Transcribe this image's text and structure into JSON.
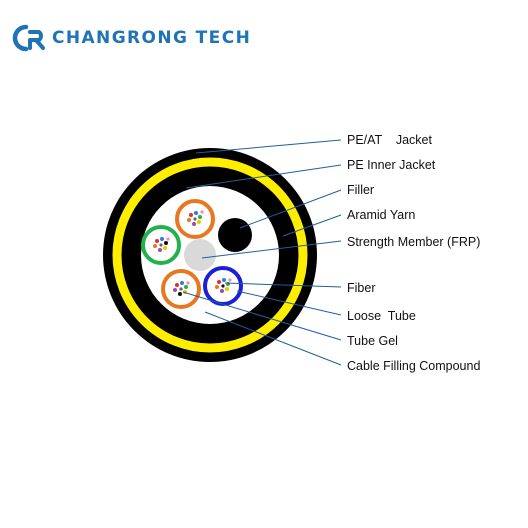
{
  "brand": {
    "name": "CHANGRONG TECH",
    "color": "#1f74b8",
    "logo_icon": "cr-monogram-logo"
  },
  "labels": [
    {
      "id": "pe-at-jacket",
      "text": "PE/AT    Jacket"
    },
    {
      "id": "pe-inner-jacket",
      "text": "PE Inner Jacket"
    },
    {
      "id": "filler",
      "text": "Filler"
    },
    {
      "id": "aramid-yarn",
      "text": "Aramid Yarn"
    },
    {
      "id": "strength-member",
      "text": "Strength Member (FRP)"
    },
    {
      "id": "fiber",
      "text": "Fiber"
    },
    {
      "id": "loose-tube",
      "text": "Loose  Tube"
    },
    {
      "id": "tube-gel",
      "text": "Tube Gel"
    },
    {
      "id": "cable-filling-compound",
      "text": "Cable Filling Compound"
    }
  ],
  "colors": {
    "outer_jacket": "#000000",
    "aramid_yarn": "#ffee00",
    "inner_jacket": "#000000",
    "tube_orange": "#e87722",
    "tube_green": "#22b14c",
    "tube_blue": "#1b1fd6",
    "strength_member": "#d9d9d9",
    "filler": "#000000",
    "leader_line": "#1f5fa0"
  }
}
